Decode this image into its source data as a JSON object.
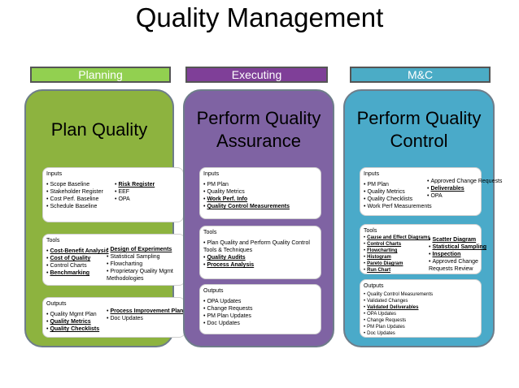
{
  "title": "Quality Management",
  "phases": [
    {
      "label": "Planning",
      "color": "#92d050"
    },
    {
      "label": "Executing",
      "color": "#7f3f98"
    },
    {
      "label": "M&C",
      "color": "#4bacc6"
    }
  ],
  "panels": [
    {
      "title": "Plan Quality",
      "color": "#8db33f",
      "inputs": {
        "label": "Inputs",
        "col1": [
          "Scope Baseline",
          "Stakeholder Register",
          "Cost Perf. Baseline",
          "Schedule Baseline"
        ],
        "col2": [
          "Risk Register",
          "EEF",
          "OPA"
        ]
      },
      "tools": {
        "label": "Tools",
        "col1": [
          "Cost-Benefit Analysis",
          "Cost of Quality",
          "Control Charts",
          "Benchmarking"
        ],
        "col2": [
          "Design of Experiments",
          "Statistical Sampling",
          "Flowcharting",
          "Proprietary Quality Mgmt Methodologies"
        ]
      },
      "outputs": {
        "label": "Outputs",
        "col1": [
          "Quality Mgmt Plan",
          "Quality Metrics",
          "Quality Checklists"
        ],
        "col2": [
          "Process Improvement Plan",
          "Doc Updates"
        ]
      }
    },
    {
      "title": "Perform Quality Assurance",
      "color": "#7f63a3",
      "inputs": {
        "label": "Inputs",
        "col1": [
          "PM Plan",
          "Quality Metrics",
          "Work Perf. Info",
          "Quality Control Measurements"
        ]
      },
      "tools": {
        "label": "Tools",
        "col1": [
          "Plan Quality and Perform Quality Control Tools & Techniques",
          "Quality Audits",
          "Process Analysis"
        ]
      },
      "outputs": {
        "label": "Outputs",
        "col1": [
          "OPA Updates",
          "Change Requests",
          "PM Plan Updates",
          "Doc Updates"
        ]
      }
    },
    {
      "title": "Perform Quality Control",
      "color": "#4aaac9",
      "inputs": {
        "label": "Inputs",
        "col1": [
          "PM Plan",
          "Quality Metrics",
          "Quality Checklists",
          "Work Perf Measurements"
        ],
        "col2": [
          "Approved Change Requests",
          "Deliverables",
          "OPA"
        ]
      },
      "tools": {
        "label": "Tools",
        "col1": [
          "Cause and Effect Diagrams",
          "Control Charts",
          "Flowcharting",
          "Histogram",
          "Pareto Diagram",
          "Run Chart"
        ],
        "col2": [
          "Scatter Diagram",
          "Statistical Sampling",
          "Inspection",
          "Approved Change Requests Review"
        ]
      },
      "outputs": {
        "label": "Outputs",
        "col1": [
          "Quality Control Measurements",
          "Validated Changes",
          "Validated Deliverables",
          "OPA Updates",
          "Change Requests",
          "PM Plan Updates",
          "Doc Updates"
        ]
      }
    }
  ]
}
